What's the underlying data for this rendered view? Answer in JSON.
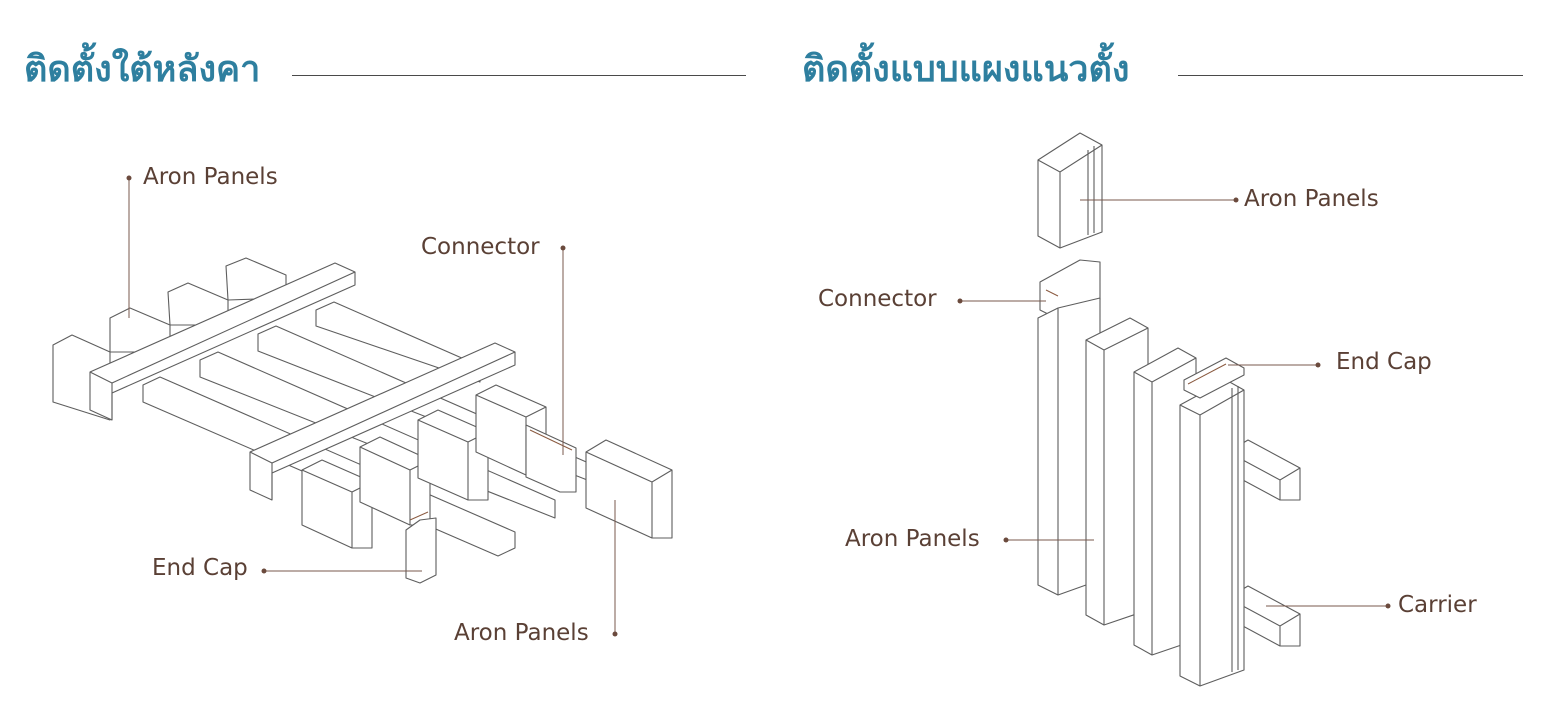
{
  "panels": {
    "left": {
      "title": "ติดตั้งใต้หลังคา",
      "labels": {
        "aron_panels_top": "Aron Panels",
        "connector": "Connector",
        "end_cap": "End Cap",
        "aron_panels_bottom": "Aron Panels"
      }
    },
    "right": {
      "title": "ติดตั้งแบบแผงแนวตั้ง",
      "labels": {
        "aron_panels_top": "Aron Panels",
        "connector": "Connector",
        "end_cap": "End Cap",
        "aron_panels_mid": "Aron Panels",
        "carrier": "Carrier"
      }
    }
  },
  "colors": {
    "title": "#2e7f9f",
    "label": "#5a4035",
    "line": "#5e5e5e"
  }
}
